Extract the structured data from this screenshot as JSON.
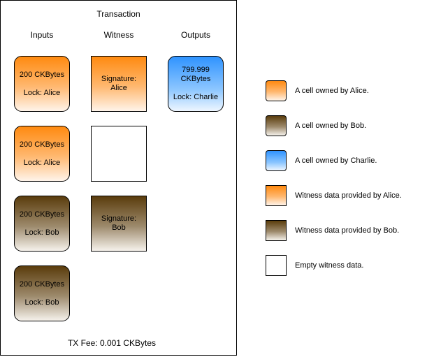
{
  "transaction": {
    "title": "Transaction",
    "columns": {
      "inputs": "Inputs",
      "witness": "Witness",
      "outputs": "Outputs"
    },
    "inputs": [
      {
        "amount": "200 CKBytes",
        "lock": "Lock: Alice",
        "owner": "alice"
      },
      {
        "amount": "200 CKBytes",
        "lock": "Lock: Alice",
        "owner": "alice"
      },
      {
        "amount": "200 CKBytes",
        "lock": "Lock: Bob",
        "owner": "bob"
      },
      {
        "amount": "200 CKBytes",
        "lock": "Lock: Bob",
        "owner": "bob"
      }
    ],
    "witnesses": [
      {
        "line1": "Signature:",
        "line2": "Alice",
        "owner": "alice"
      },
      {
        "line1": "",
        "line2": "",
        "owner": "empty"
      },
      {
        "line1": "Signature:",
        "line2": "Bob",
        "owner": "bob"
      }
    ],
    "outputs": [
      {
        "amount_line1": "799.999",
        "amount_line2": "CKBytes",
        "lock": "Lock: Charlie",
        "owner": "charlie"
      }
    ],
    "fee": "TX Fee: 0.001 CKBytes"
  },
  "legend": [
    {
      "text": "A cell owned by Alice.",
      "style": "orange-rounded"
    },
    {
      "text": "A cell owned by Bob.",
      "style": "brown-rounded"
    },
    {
      "text": "A cell owned by Charlie.",
      "style": "blue-rounded"
    },
    {
      "text": "Witness data provided by Alice.",
      "style": "orange-square"
    },
    {
      "text": "Witness data provided by Bob.",
      "style": "brown-square"
    },
    {
      "text": "Empty witness data.",
      "style": "white-square"
    }
  ],
  "colors": {
    "alice": "#ff8a10",
    "bob": "#5a3c0c",
    "charlie": "#2f93ff",
    "border": "#000000"
  }
}
